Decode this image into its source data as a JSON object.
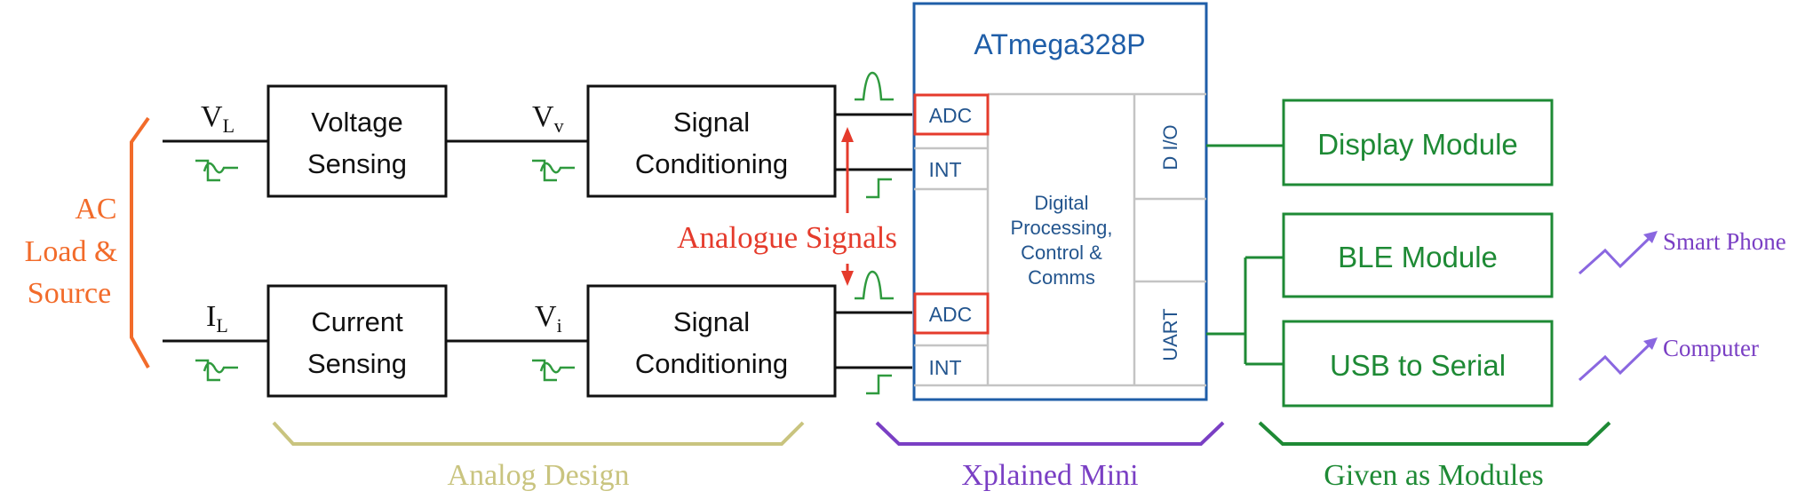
{
  "colors": {
    "black": "#111111",
    "orange": "#f26b2a",
    "green": "#1e8a35",
    "wave_green": "#2f9a3e",
    "red": "#e53b2c",
    "blue": "#1f5ea8",
    "label_blue": "#23558e",
    "divider": "#c4c4c4",
    "olive": "#c9c47f",
    "purple": "#7a3fc4",
    "violet": "#8a67e0"
  },
  "input_group": {
    "lines": [
      "AC",
      "Load &",
      "Source"
    ]
  },
  "voltage_path": {
    "input_label": "V",
    "input_sub": "L",
    "sensing_lines": [
      "Voltage",
      "Sensing"
    ],
    "mid_label": "V",
    "mid_sub": "v",
    "conditioning_lines": [
      "Signal",
      "Conditioning"
    ]
  },
  "current_path": {
    "input_label": "I",
    "input_sub": "L",
    "sensing_lines": [
      "Current",
      "Sensing"
    ],
    "mid_label": "V",
    "mid_sub": "i",
    "conditioning_lines": [
      "Signal",
      "Conditioning"
    ]
  },
  "analogue_label": "Analogue Signals",
  "mcu": {
    "title": "ATmega328P",
    "ports_left": [
      "ADC",
      "INT",
      "ADC",
      "INT"
    ],
    "core_lines": [
      "Digital",
      "Processing,",
      "Control &",
      "Comms"
    ],
    "ports_right": [
      "D I/O",
      "UART"
    ]
  },
  "modules": [
    "Display Module",
    "BLE Module",
    "USB to Serial"
  ],
  "endpoints": [
    "Smart Phone",
    "Computer"
  ],
  "groups": [
    "Analog Design",
    "Xplained Mini",
    "Given as Modules"
  ]
}
